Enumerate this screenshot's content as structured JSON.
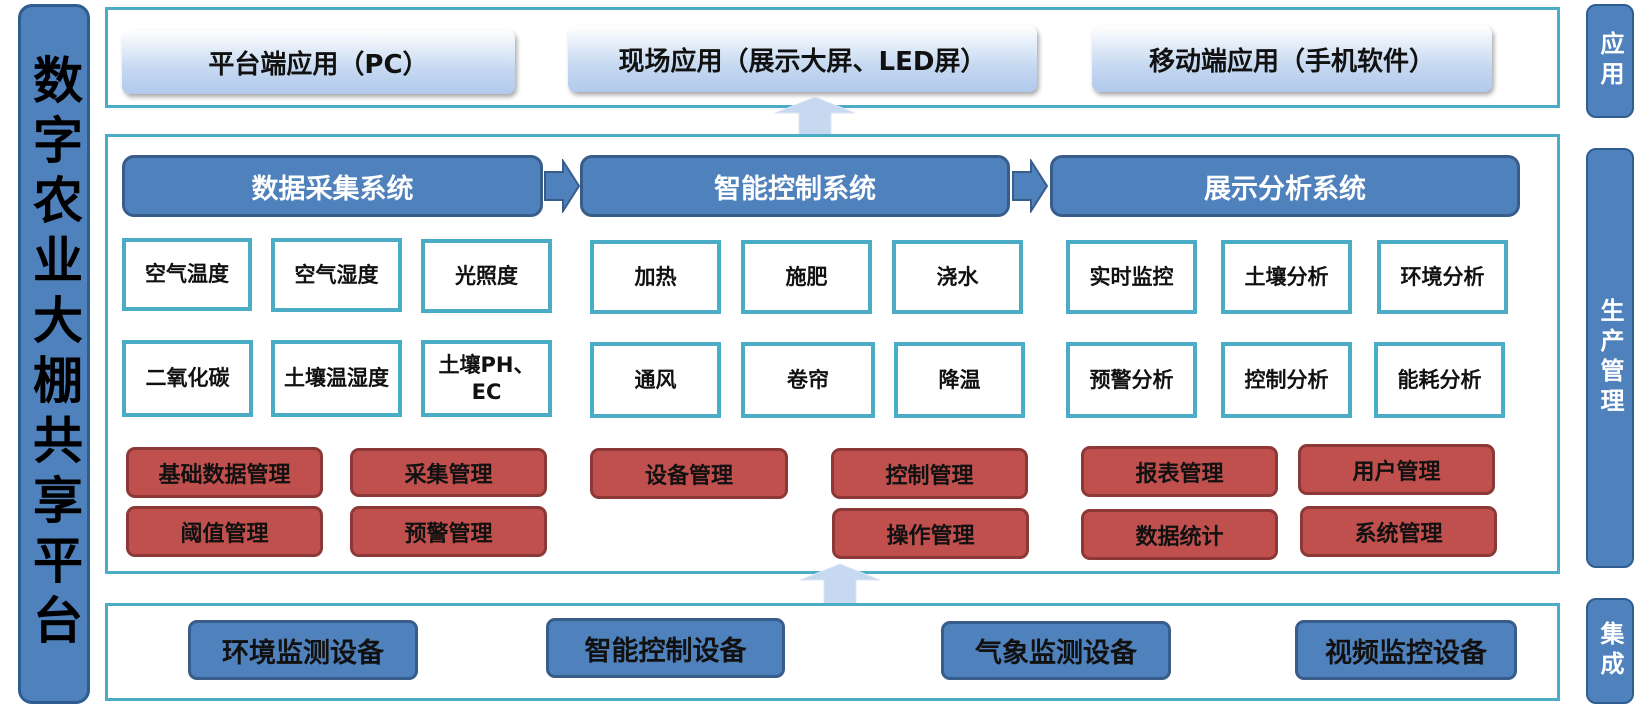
{
  "title": "数字农业大棚共享平台",
  "side_labels": {
    "app": "应用",
    "prod": "生产管理",
    "integ": "集成"
  },
  "apps": [
    "平台端应用（PC）",
    "现场应用（展示大屏、LED屏）",
    "移动端应用（手机软件）"
  ],
  "systems": [
    "数据采集系统",
    "智能控制系统",
    "展示分析系统"
  ],
  "collection_items": [
    "空气温度",
    "空气湿度",
    "光照度",
    "二氧化碳",
    "土壤温湿度",
    "土壤PH、EC"
  ],
  "control_items": [
    "加热",
    "施肥",
    "浇水",
    "通风",
    "卷帘",
    "降温"
  ],
  "analysis_items": [
    "实时监控",
    "土壤分析",
    "环境分析",
    "预警分析",
    "控制分析",
    "能耗分析"
  ],
  "mgmt": {
    "collection": [
      "基础数据管理",
      "采集管理",
      "阈值管理",
      "预警管理"
    ],
    "control": [
      "设备管理",
      "控制管理",
      "操作管理"
    ],
    "analysis": [
      "报表管理",
      "用户管理",
      "数据统计",
      "系统管理"
    ]
  },
  "devices": [
    "环境监测设备",
    "智能控制设备",
    "气象监测设备",
    "视频监控设备"
  ],
  "colors": {
    "blue": "#4f81bd",
    "frame": "#4bacc6",
    "red": "#c0504d",
    "light_blue": "#c6d9f1"
  }
}
